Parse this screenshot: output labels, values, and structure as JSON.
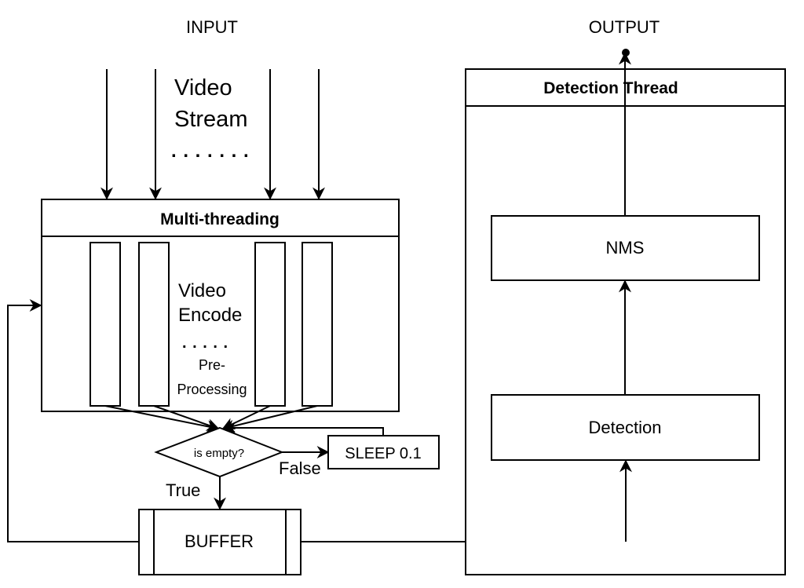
{
  "labels": {
    "input": "INPUT",
    "output": "OUTPUT",
    "video_stream_line1": "Video",
    "video_stream_line2": "Stream",
    "stream_ellipsis": ". . . . . . .",
    "multithreading_title": "Multi-threading",
    "video_encode_line1": "Video",
    "video_encode_line2": "Encode",
    "encode_ellipsis": ". . . . .",
    "preprocessing_line1": "Pre-",
    "preprocessing_line2": "Processing",
    "decision": "is empty?",
    "false_label": "False",
    "true_label": "True",
    "sleep": "SLEEP 0.1",
    "buffer": "BUFFER",
    "detection_thread_title": "Detection Thread",
    "nms": "NMS",
    "detection": "Detection"
  },
  "colors": {
    "stroke": "#000000",
    "fill": "#ffffff"
  }
}
